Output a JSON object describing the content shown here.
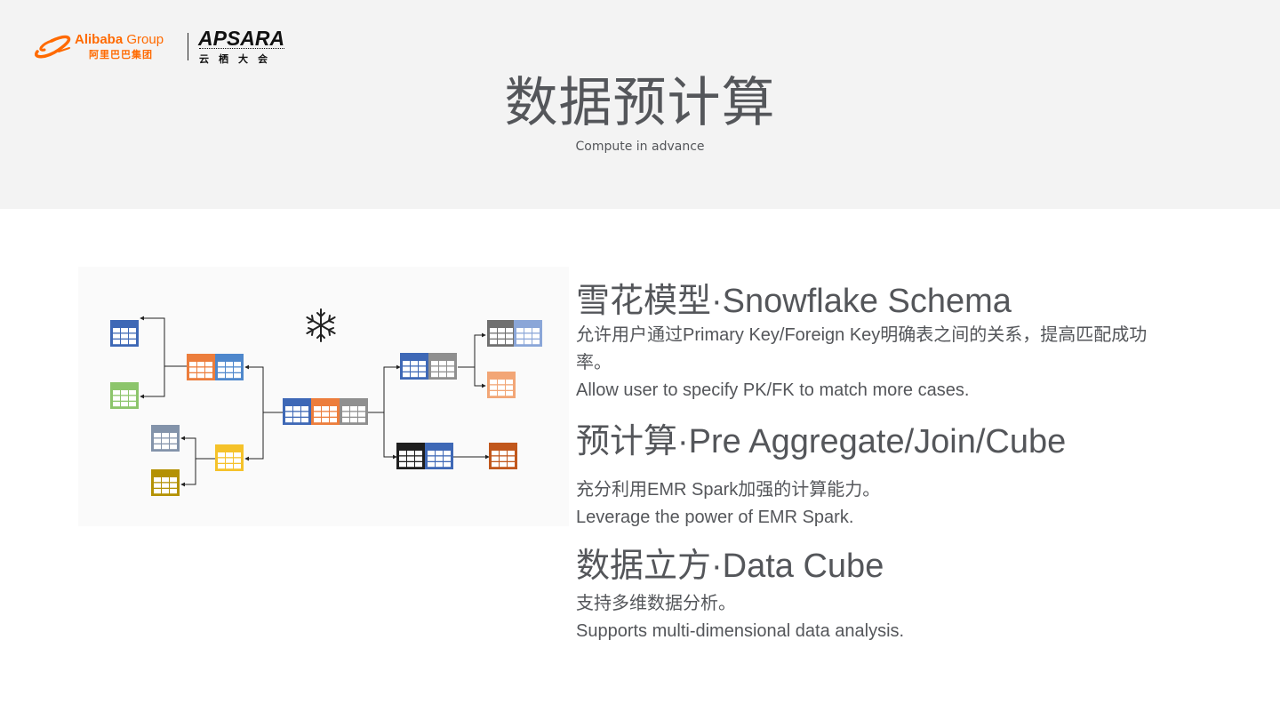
{
  "header": {
    "logo_alibaba_en": "Alibaba",
    "logo_alibaba_group": " Group",
    "logo_alibaba_cn": "阿里巴巴集团",
    "logo_apsara": "APSARA",
    "logo_apsara_cn": "云栖大会",
    "title": "数据预计算",
    "subtitle": "Compute in advance"
  },
  "diagram": {
    "icon": "snowflake-icon"
  },
  "sections": [
    {
      "heading": "雪花模型·Snowflake Schema",
      "text_cn": "允许用户通过Primary Key/Foreign Key明确表之间的关系，提高匹配成功率。",
      "text_en": "Allow user to specify PK/FK to match more cases."
    },
    {
      "heading": "预计算·Pre Aggregate/Join/Cube",
      "text_cn": "充分利用EMR Spark加强的计算能力。",
      "text_en": "Leverage the power of EMR Spark."
    },
    {
      "heading": "数据立方·Data Cube",
      "text_cn": "支持多维数据分析。",
      "text_en": "Supports multi-dimensional data analysis."
    }
  ],
  "colors": {
    "alibaba_orange": "#ff6a00",
    "text_gray": "#54565a",
    "header_band": "#f3f3f3"
  }
}
